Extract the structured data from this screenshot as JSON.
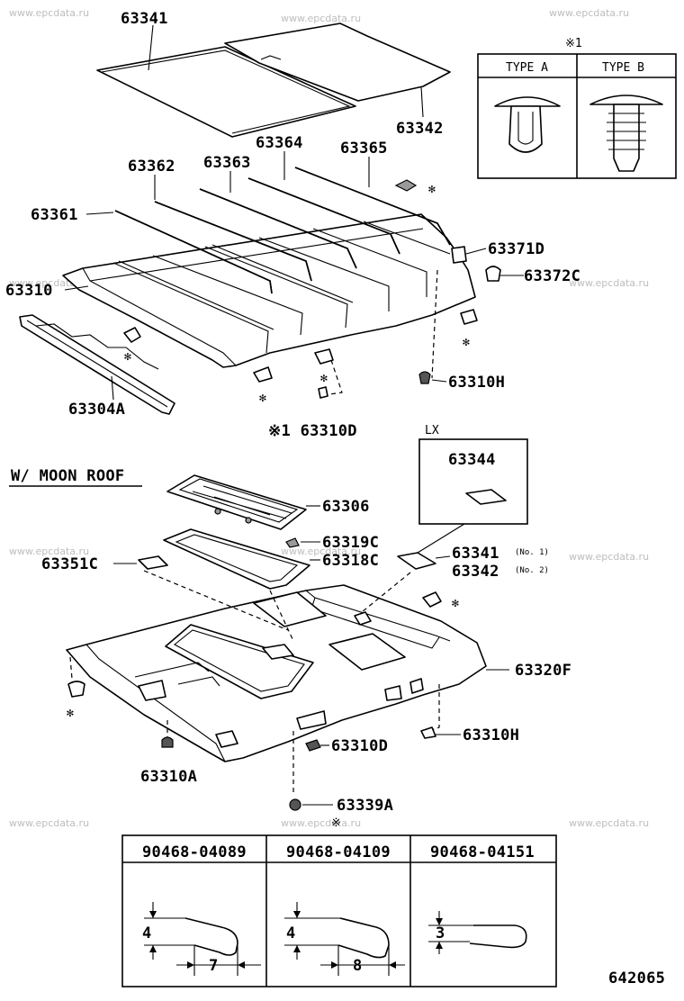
{
  "watermark": "www.epcdata.ru",
  "main_parts": {
    "p63341": "63341",
    "p63342": "63342",
    "p63362": "63362",
    "p63363": "63363",
    "p63364": "63364",
    "p63365": "63365",
    "p63361": "63361",
    "p63371D": "63371D",
    "p63372C": "63372C",
    "p63310": "63310",
    "p63310H": "63310H",
    "p63304A": "63304A",
    "p63310D_star": "※1 63310D"
  },
  "clip_table": {
    "mark": "※1",
    "type_a": "TYPE A",
    "type_b": "TYPE B"
  },
  "moon_roof": {
    "heading": "W/ MOON ROOF",
    "lx_label": "LX",
    "lx_part": "63344",
    "p63306": "63306",
    "p63319C": "63319C",
    "p63318C": "63318C",
    "p63351C": "63351C",
    "p63341_no1": "63341",
    "no1": "(No. 1)",
    "p63342_no2": "63342",
    "no2": "(No. 2)",
    "p63320F": "63320F",
    "p63310D": "63310D",
    "p63310H": "63310H",
    "p63310A": "63310A",
    "p63339A": "63339A"
  },
  "bottom_table": {
    "mark": "※",
    "col1": "90468-04089",
    "col2": "90468-04109",
    "col3": "90468-04151",
    "dim1_h": "4",
    "dim1_w": "7",
    "dim2_h": "4",
    "dim2_w": "8",
    "dim3_h": "3"
  },
  "diagram_id": "642065"
}
